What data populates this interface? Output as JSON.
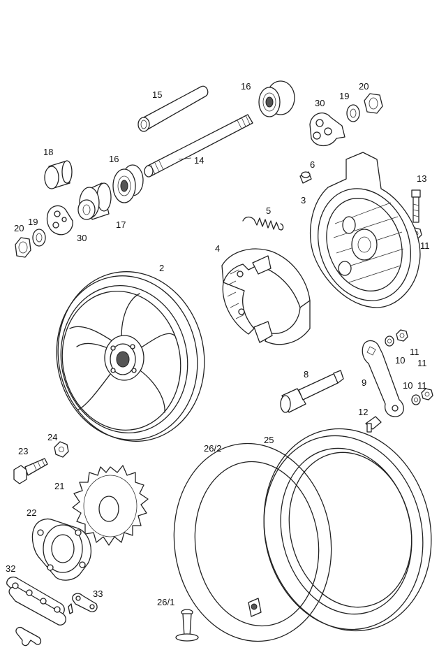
{
  "labels": {
    "l15": "15",
    "l16a": "16",
    "l30a": "30",
    "l19a": "19",
    "l20a": "20",
    "l18": "18",
    "l16b": "16",
    "l14": "14",
    "l6": "6",
    "l13": "13",
    "l3": "3",
    "l5": "5",
    "l20b": "20",
    "l19b": "19",
    "l17": "17",
    "l30b": "30",
    "l11a": "11",
    "l4": "4",
    "l2": "2",
    "l11b": "11",
    "l10a": "10",
    "l11c": "11",
    "l8": "8",
    "l9": "9",
    "l10b": "10",
    "l11d": "11",
    "l12": "12",
    "l26_2": "26/2",
    "l25": "25",
    "l24": "24",
    "l23": "23",
    "l21": "21",
    "l22": "22",
    "l32": "32",
    "l33": "33",
    "l26_1": "26/1"
  }
}
